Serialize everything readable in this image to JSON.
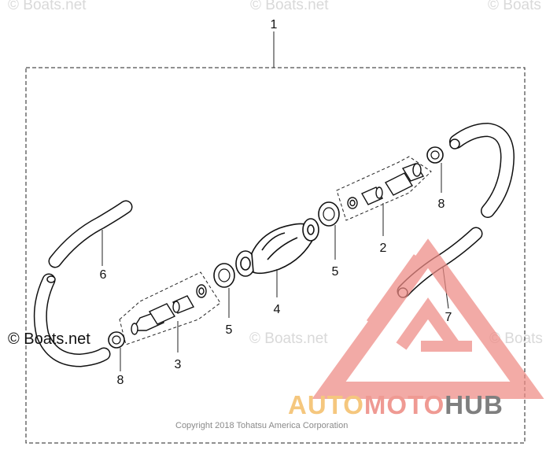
{
  "watermarks": {
    "top_left": "© Boats.net",
    "top_center": "© Boats.net",
    "top_right": "© Boats",
    "mid_left": "© Boats.net",
    "mid_center": "© Boats.net",
    "mid_right": "© Boats"
  },
  "callouts": {
    "assembly": "1",
    "left_connector": "3",
    "right_connector": "2",
    "bulb": "4",
    "clamp_left": "5",
    "clamp_right": "5",
    "hose_left": "6",
    "hose_right": "7",
    "ring_left": "8",
    "ring_right": "8"
  },
  "copyright": "Copyright 2018 Tohatsu America Corporation",
  "logo": {
    "auto": "AUTO",
    "moto": "MOTO",
    "hub": "HUB",
    "colors": {
      "auto": "#f5c77e",
      "moto": "#ef9a93",
      "hub": "#7f7f7f",
      "triangle": "#ee8a84"
    }
  }
}
